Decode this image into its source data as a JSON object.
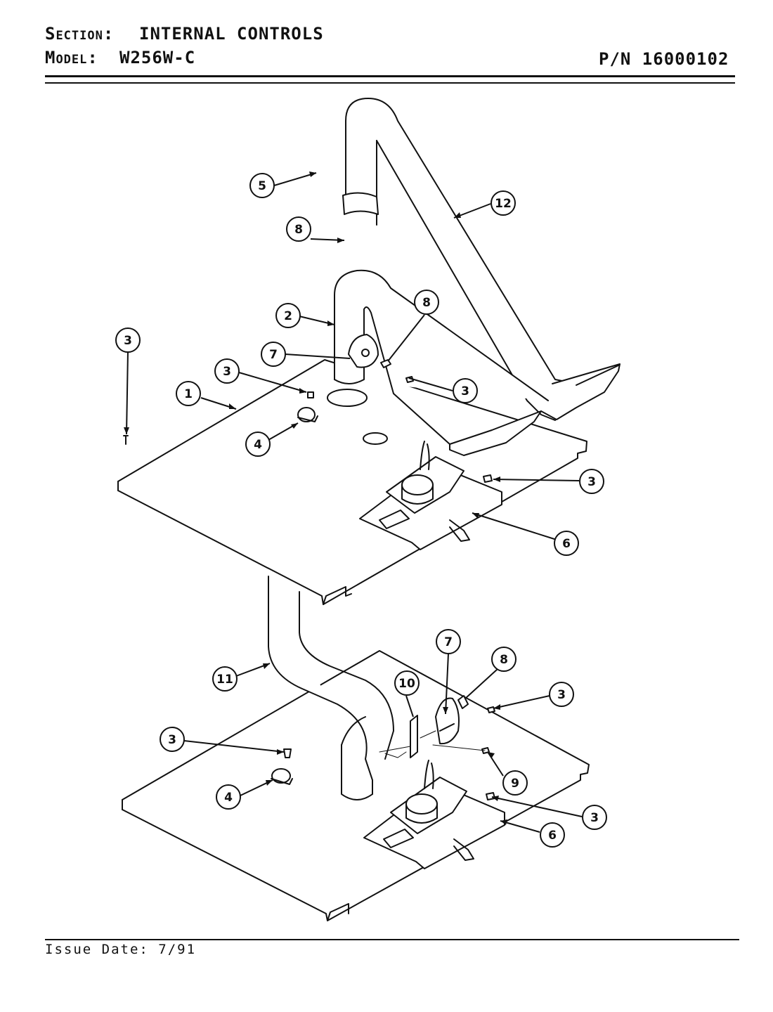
{
  "header": {
    "section_label": "Section:",
    "section_value": "INTERNAL CONTROLS",
    "model_label": "Model:",
    "model_value": "W256W-C",
    "part_number": "P/N 16000102"
  },
  "footer": {
    "issue_date": "Issue Date: 7/91"
  },
  "callouts": {
    "c5": "5",
    "c8a": "8",
    "c12": "12",
    "c2": "2",
    "c8b": "8",
    "c7a": "7",
    "c3a": "3",
    "c3b": "3",
    "c3c": "3",
    "c1": "1",
    "c4a": "4",
    "c3d": "3",
    "c6a": "6",
    "c7b": "7",
    "c8c": "8",
    "c10": "10",
    "c3e": "3",
    "c11": "11",
    "c3f": "3",
    "c9": "9",
    "c4b": "4",
    "c3g": "3",
    "c6b": "6"
  }
}
